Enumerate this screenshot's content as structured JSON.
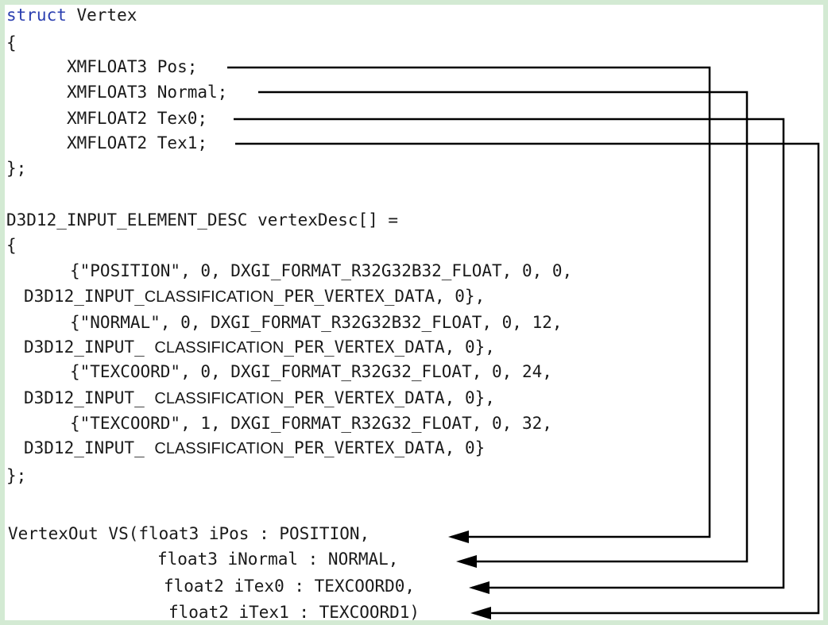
{
  "colors": {
    "page_border": "#d3ead3",
    "background": "#ffffff",
    "text": "#1a1a1a",
    "keyword": "#2b3fb0",
    "arrow": "#000000"
  },
  "struct": {
    "keyword": "struct",
    "name": " Vertex",
    "open": "{",
    "fields": [
      "XMFLOAT3 Pos;",
      "XMFLOAT3 Normal;",
      "XMFLOAT2 Tex0;",
      "XMFLOAT2 Tex1;"
    ],
    "close": "};"
  },
  "desc": {
    "declaration": "D3D12_INPUT_ELEMENT_DESC vertexDesc[] =",
    "open": "{",
    "elements": [
      {
        "line1": "{\"POSITION\", 0, DXGI_FORMAT_R32G32B32_FLOAT, 0, 0,",
        "prefix": "D3D12_INPUT_",
        "classification": "CLASSIFICATION",
        "suffix": "_PER_VERTEX_DATA, 0},"
      },
      {
        "line1": "{\"NORMAL\", 0, DXGI_FORMAT_R32G32B32_FLOAT, 0, 12,",
        "prefix": "D3D12_INPUT_ ",
        "classification": "CLASSIFICATION",
        "suffix": "_PER_VERTEX_DATA, 0},"
      },
      {
        "line1": "{\"TEXCOORD\", 0, DXGI_FORMAT_R32G32_FLOAT, 0, 24,",
        "prefix": "D3D12_INPUT_ ",
        "classification": "CLASSIFICATION",
        "suffix": "_PER_VERTEX_DATA, 0},"
      },
      {
        "line1": "{\"TEXCOORD\", 1, DXGI_FORMAT_R32G32_FLOAT, 0, 32,",
        "prefix": "D3D12_INPUT_ ",
        "classification": "CLASSIFICATION",
        "suffix": "_PER_VERTEX_DATA, 0}"
      }
    ],
    "close": "};"
  },
  "vs": {
    "params": [
      "VertexOut VS(float3 iPos : POSITION,",
      "float3 iNormal : NORMAL,",
      "float2 iTex0 : TEXCOORD0,",
      "float2 iTex1 : TEXCOORD1)"
    ]
  }
}
